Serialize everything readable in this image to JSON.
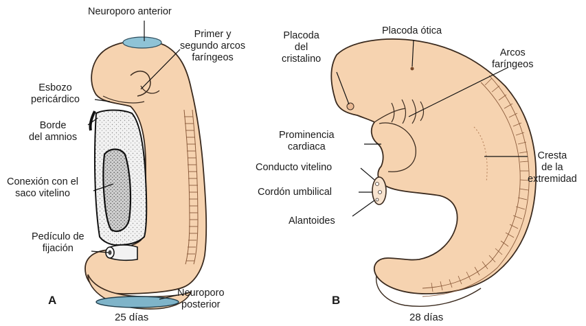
{
  "panel_a": {
    "letter": "A",
    "days": "25 días",
    "labels": {
      "neuroporo_anterior": "Neuroporo anterior",
      "arcos_line1": "Primer y",
      "arcos_line2": "segundo arcos",
      "arcos_line3": "faríngeos",
      "esbozo_line1": "Esbozo",
      "esbozo_line2": "pericárdico",
      "borde_line1": "Borde",
      "borde_line2": "del amnios",
      "conexion_line1": "Conexión con el",
      "conexion_line2": "saco vitelino",
      "pediculo_line1": "Pedículo de",
      "pediculo_line2": "fijación",
      "neuroporo_post_line1": "Neuroporo",
      "neuroporo_post_line2": "posterior"
    }
  },
  "panel_b": {
    "letter": "B",
    "days": "28 días",
    "labels": {
      "placoda_cristalino_line1": "Placoda",
      "placoda_cristalino_line2": "del",
      "placoda_cristalino_line3": "cristalino",
      "placoda_otica": "Placoda ótica",
      "arcos_line1": "Arcos",
      "arcos_line2": "faríngeos",
      "prominencia_line1": "Prominencia",
      "prominencia_line2": "cardiaca",
      "conducto_vitelino": "Conducto vitelino",
      "cordon_umbilical": "Cordón umbilical",
      "alantoides": "Alantoides",
      "cresta_line1": "Cresta",
      "cresta_line2": "de la",
      "cresta_line3": "extremidad"
    }
  },
  "colors": {
    "embryo_fill": "#f6d3b0",
    "embryo_outline": "#3a2a1e",
    "neuropore_blue": "#8fc3d6",
    "amnion_gray": "#d8d8d8",
    "yolk_dark": "#2b2b2b"
  }
}
